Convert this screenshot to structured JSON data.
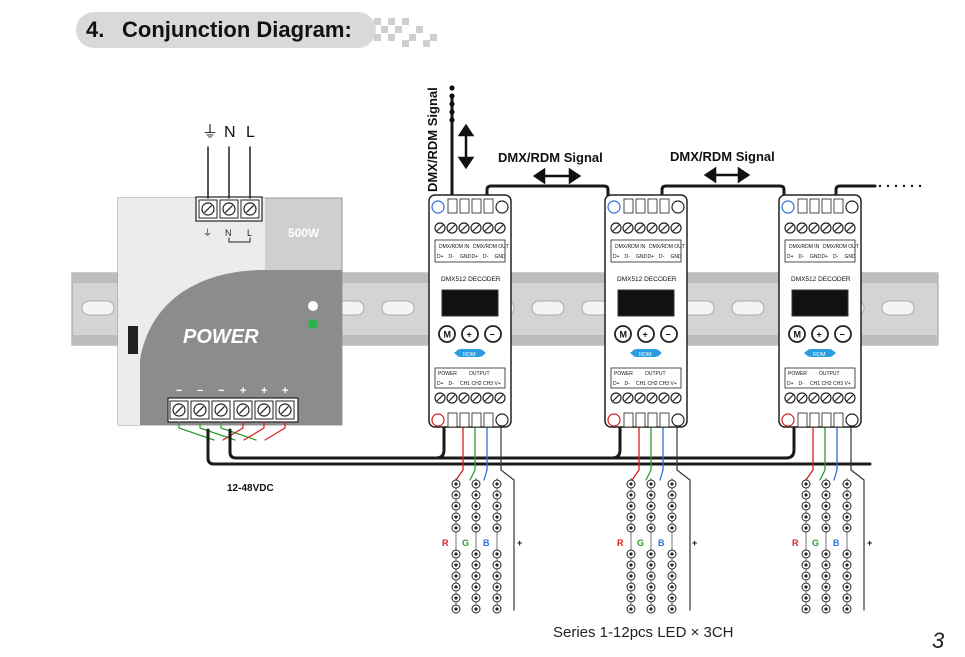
{
  "header": {
    "number": "4.",
    "title": "Conjunction Diagram:"
  },
  "power_supply": {
    "wattage": "500W",
    "brand_text": "POWER",
    "ac_terminals": [
      "⏚",
      "N",
      "L"
    ],
    "ac_sublabels": [
      "⏚",
      "N",
      "L"
    ],
    "dc_polarity": [
      "−",
      "−",
      "−",
      "+",
      "+",
      "+"
    ],
    "voltage": "12-48VDC"
  },
  "signal": {
    "input_label": "DMX/RDM Signal",
    "link_label_1": "DMX/RDM Signal",
    "link_label_2": "DMX/RDM Signal"
  },
  "decoder": {
    "name": "DMX512 DECODER",
    "dmx_in": "DMX/RDM IN",
    "dmx_out": "DMX/RDM OUT",
    "dmx_pins": [
      "D+",
      "D-",
      "GND",
      "D+",
      "D-",
      "GND"
    ],
    "buttons": [
      "M",
      "+",
      "−"
    ],
    "rdm": "RDM",
    "power_label": "POWER",
    "output_label": "OUTPUT",
    "out_pins": [
      "D+",
      "D-",
      "CH1",
      "CH2",
      "CH3",
      "V+"
    ]
  },
  "led_channels": [
    "R",
    "G",
    "B",
    "+"
  ],
  "footer": {
    "caption": "Series 1-12pcs LED × 3CH",
    "page_number": "3"
  },
  "colors": {
    "wire": "#1a1a1a",
    "red": "#d81e1e",
    "green": "#2a9d2a",
    "blue": "#2b6fd6",
    "rail": "#d4d4d4",
    "psu": "#cfcfcf",
    "psu_dark": "#8c8c8c"
  }
}
